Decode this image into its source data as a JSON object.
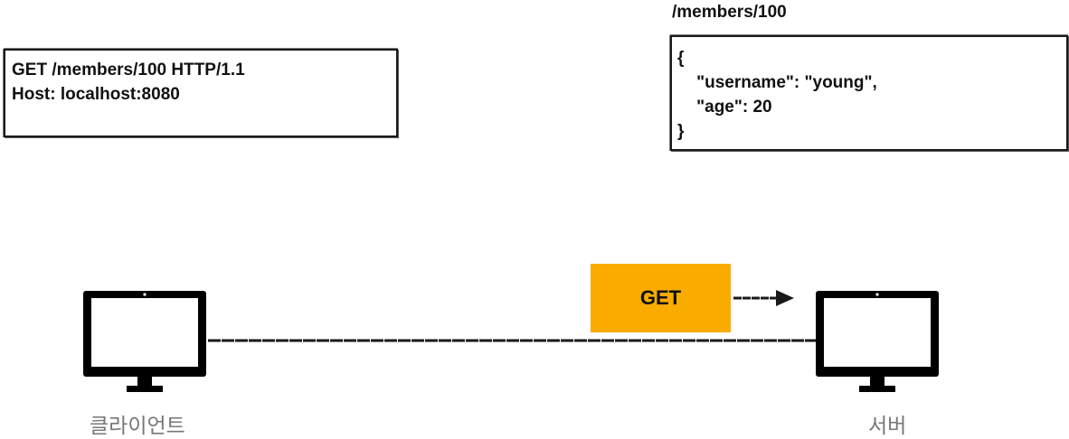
{
  "request": {
    "lines": [
      "GET /members/100 HTTP/1.1",
      "Host: localhost:8080"
    ]
  },
  "response": {
    "path": "/members/100",
    "lines": [
      "{",
      "    \"username\": \"young\",",
      "    \"age\": 20",
      "}"
    ]
  },
  "method_badge": {
    "label": "GET",
    "color": "#f9ab00"
  },
  "nodes": {
    "client_label": "클라이언트",
    "server_label": "서버"
  },
  "icons": {
    "client": "monitor-icon",
    "server": "monitor-icon",
    "arrow": "arrow-right-icon"
  }
}
